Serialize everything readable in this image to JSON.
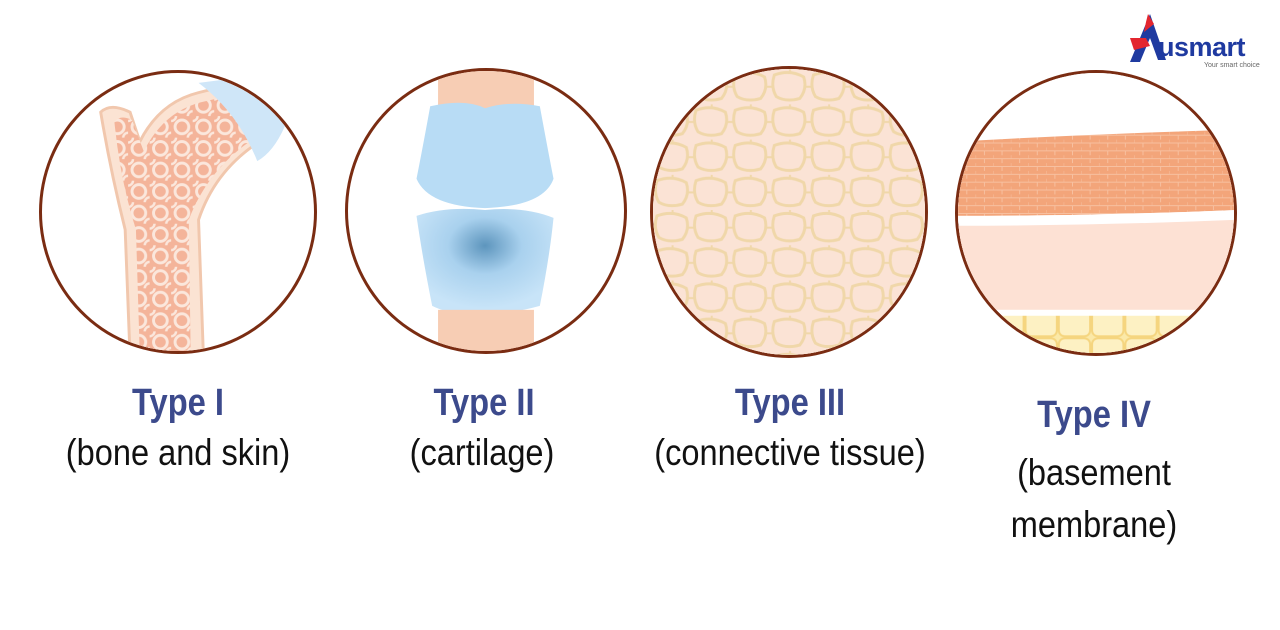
{
  "brand": {
    "name": "Ausmart",
    "name_rest": "usmart",
    "tagline": "Your smart choice",
    "accent": "#e3262f",
    "primary": "#1f3aa0"
  },
  "colors": {
    "ring": "#7a2c12",
    "title": "#3c4a8c",
    "bone": "#f7cdb4",
    "cartilage": "#b8dcf5",
    "membrane": "#f3a57a"
  },
  "types": [
    {
      "title": "Type I",
      "desc": "(bone and skin)",
      "desc_line2": ""
    },
    {
      "title": "Type II",
      "desc": "(cartilage)",
      "desc_line2": ""
    },
    {
      "title": "Type III",
      "desc": "(connective tissue)",
      "desc_line2": ""
    },
    {
      "title": "Type IV",
      "desc": "(basement",
      "desc_line2": "membrane)"
    }
  ]
}
